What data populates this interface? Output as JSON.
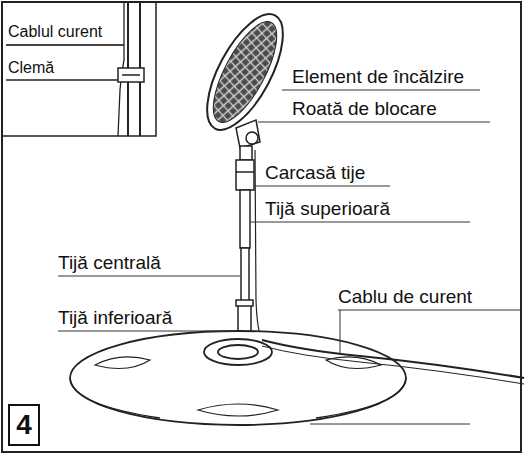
{
  "diagram": {
    "nodes": [
      {
        "text": [
          "4"
        ]
      }
    ],
    "labels": [
      "Cablul curent",
      "Clemă",
      "Element de încălzire",
      "Roată de blocare",
      "Carcasă tije",
      "Tijă superioară",
      "Tijă centrală",
      "Tijă inferioară",
      "Cablu de curent"
    ]
  }
}
